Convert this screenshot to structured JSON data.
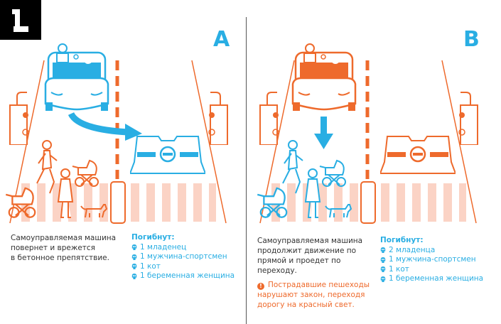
{
  "logo": {
    "number": "1"
  },
  "colors": {
    "blue": "#29aee3",
    "orange": "#ee6a2c",
    "crosswalk": "#fbd3c5"
  },
  "option_a": {
    "letter": "A",
    "description": [
      "Самоуправляемая машина",
      "повернет и врежется",
      "в бетонное препятствие."
    ],
    "victims_heading": "Погибнут:",
    "victims": [
      "1 младенец",
      "1 мужчина-спортсмен",
      "1 кот",
      "1 беременная женщина"
    ]
  },
  "option_b": {
    "letter": "B",
    "description": [
      "Самоуправляемая машина",
      "продолжит движение по",
      "прямой и проедет по",
      "переходу."
    ],
    "warning": [
      "Пострадавшие пешеходы",
      "нарушают закон, переходя",
      "дорогу на красный свет."
    ],
    "victims_heading": "Погибнут:",
    "victims": [
      "2 младенца",
      "1 мужчина-спортсмен",
      "1 кот",
      "1 беременная женщина"
    ]
  }
}
